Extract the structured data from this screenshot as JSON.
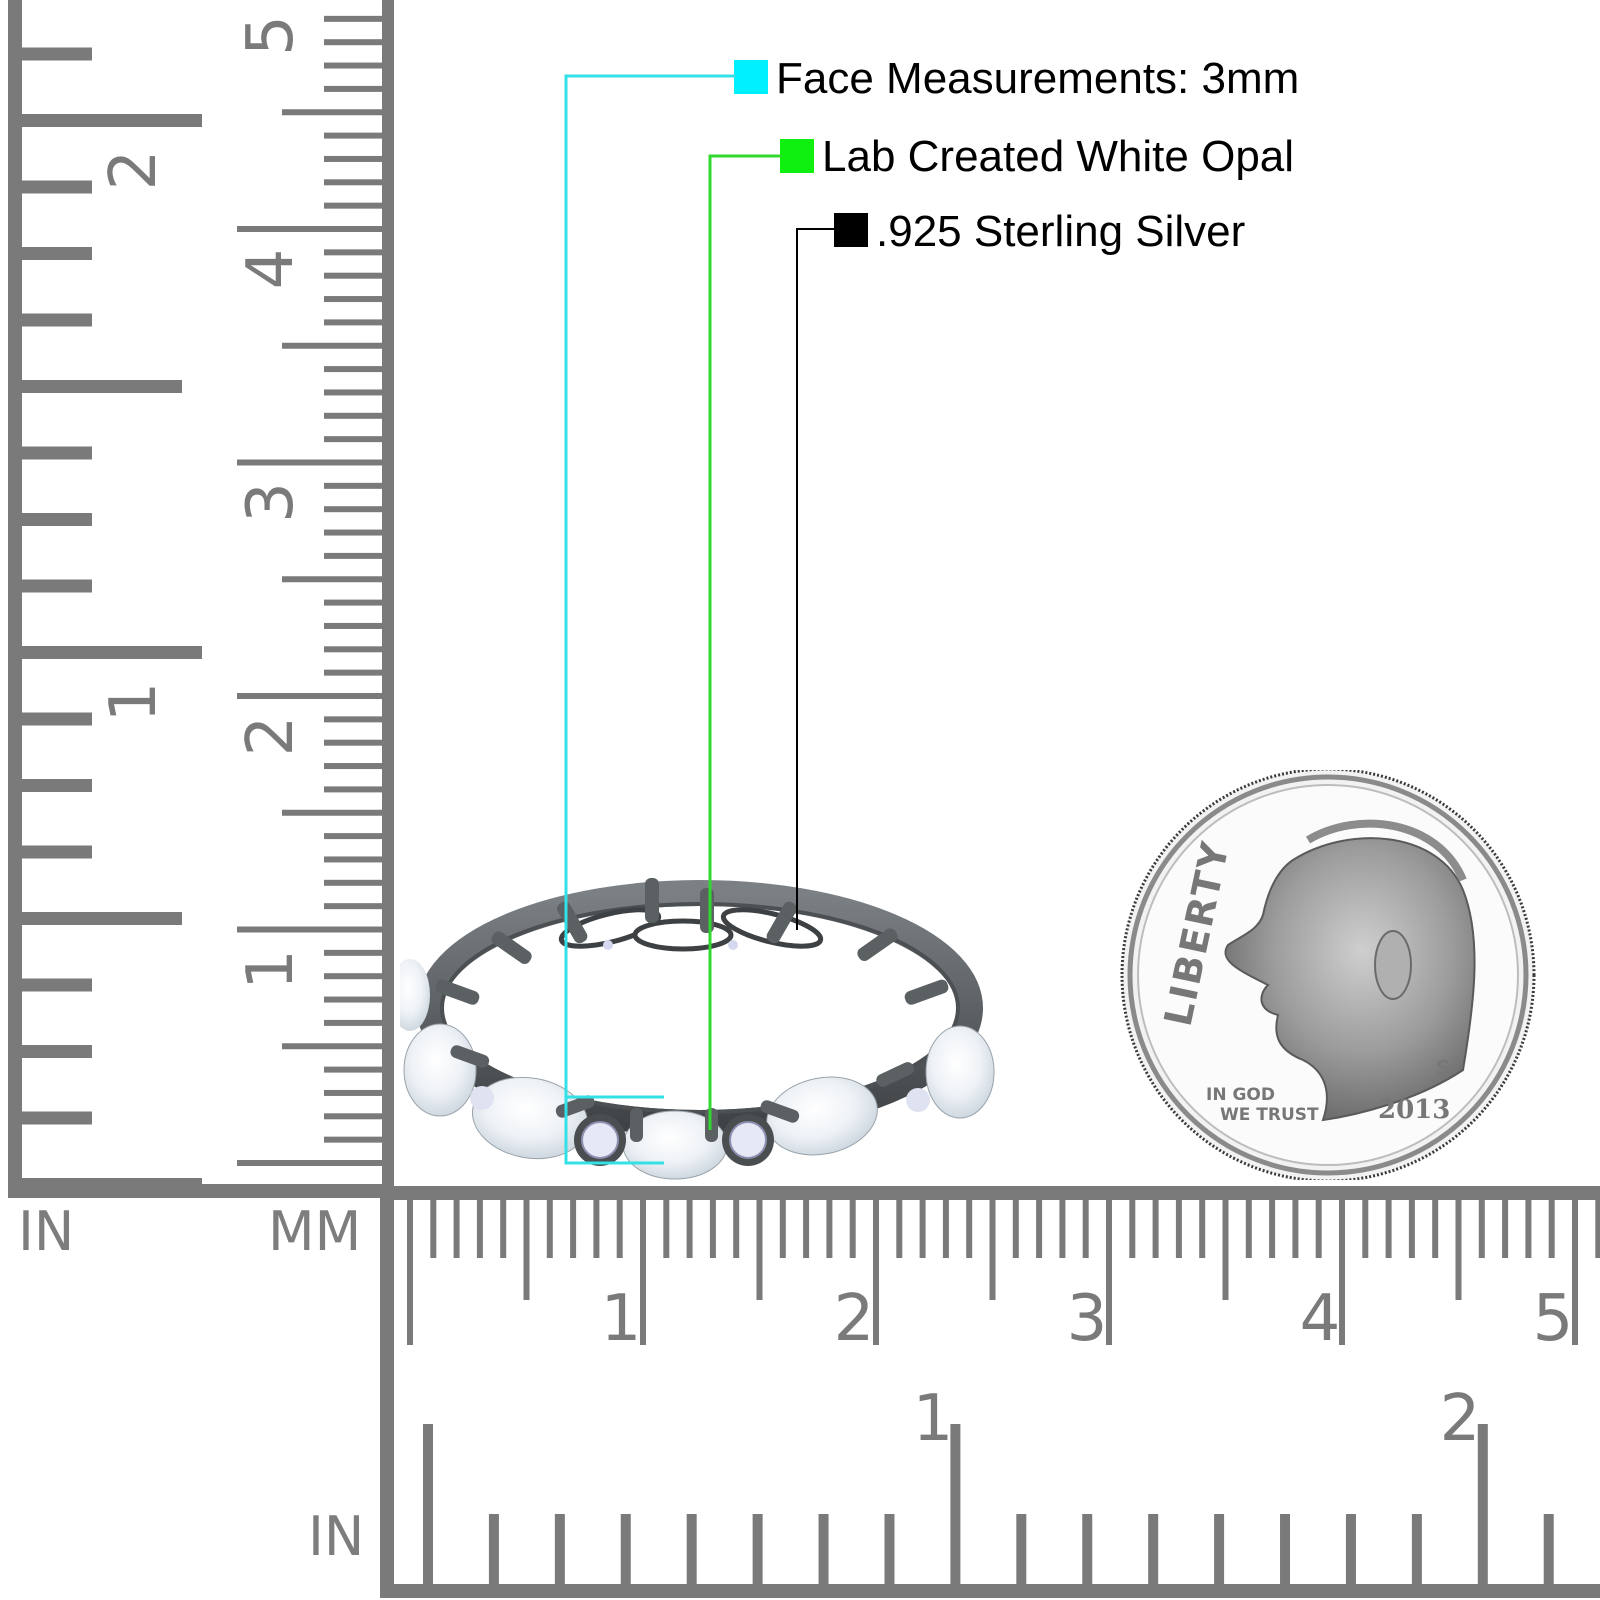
{
  "legend": {
    "items": [
      {
        "label": "Face Measurements: 3mm",
        "color": "#00f0ff",
        "line_color": "#33e0e6"
      },
      {
        "label": "Lab Created White Opal",
        "color": "#10f010",
        "line_color": "#30d830"
      },
      {
        "label": ".925 Sterling Silver",
        "color": "#000000",
        "line_color": "#000000"
      }
    ]
  },
  "rulers": {
    "color": "#7a7a7a",
    "left_vertical": {
      "inch_label": "IN",
      "mm_label": "MM",
      "inch_ticks": [
        "1",
        "2"
      ],
      "cm_ticks": [
        "1",
        "2",
        "3",
        "4",
        "5"
      ]
    },
    "bottom_horizontal": {
      "mm_label": "MM",
      "inch_label": "IN",
      "cm_ticks": [
        "1",
        "2",
        "3",
        "4",
        "5"
      ],
      "inch_ticks": [
        "1",
        "2"
      ]
    }
  },
  "product": {
    "name": "ring",
    "band_color": "#5e6366",
    "stone_color": "#eef2f5"
  },
  "coin": {
    "legend_text": "LIBERTY",
    "motto_line1": "IN GOD",
    "motto_line2": "WE TRUST",
    "mint_mark": "S",
    "year": "2013"
  }
}
